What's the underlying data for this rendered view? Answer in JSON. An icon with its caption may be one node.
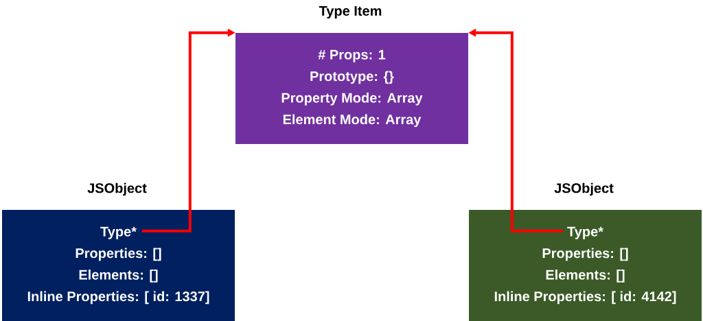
{
  "diagram": {
    "nodes": [
      {
        "text": [
          "Type Item",
          "# Props: 1",
          "Prototype: {}",
          "Property Mode: Array",
          "Element Mode: Array"
        ]
      },
      {
        "text": [
          "JSObject",
          "Type*",
          "Properties: []",
          "Elements: []",
          "Inline Properties: [ id: 1337]"
        ]
      },
      {
        "text": [
          "JSObject",
          "Type*",
          "Properties: []",
          "Elements: []",
          "Inline Properties: [ id: 4142]"
        ]
      }
    ],
    "edges": [
      {
        "from": 1,
        "to": 0,
        "arrow": "to"
      },
      {
        "from": 2,
        "to": 0,
        "arrow": "to"
      }
    ]
  }
}
